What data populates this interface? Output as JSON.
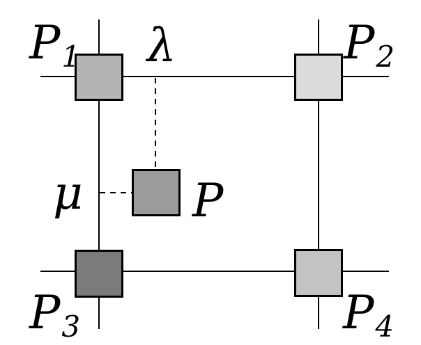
{
  "diagram": {
    "background": "#ffffff",
    "line_color": "#000000",
    "nodes": {
      "p1": {
        "label": "P",
        "sub": "1",
        "fill": "#b4b4b4"
      },
      "p2": {
        "label": "P",
        "sub": "2",
        "fill": "#dcdcdc"
      },
      "p3": {
        "label": "P",
        "sub": "3",
        "fill": "#7b7b7b"
      },
      "p4": {
        "label": "P",
        "sub": "4",
        "fill": "#c3c3c3"
      },
      "p_center": {
        "label": "P",
        "fill": "#9b9b9b"
      }
    },
    "edge_labels": {
      "lambda": "λ",
      "mu": "μ"
    }
  }
}
